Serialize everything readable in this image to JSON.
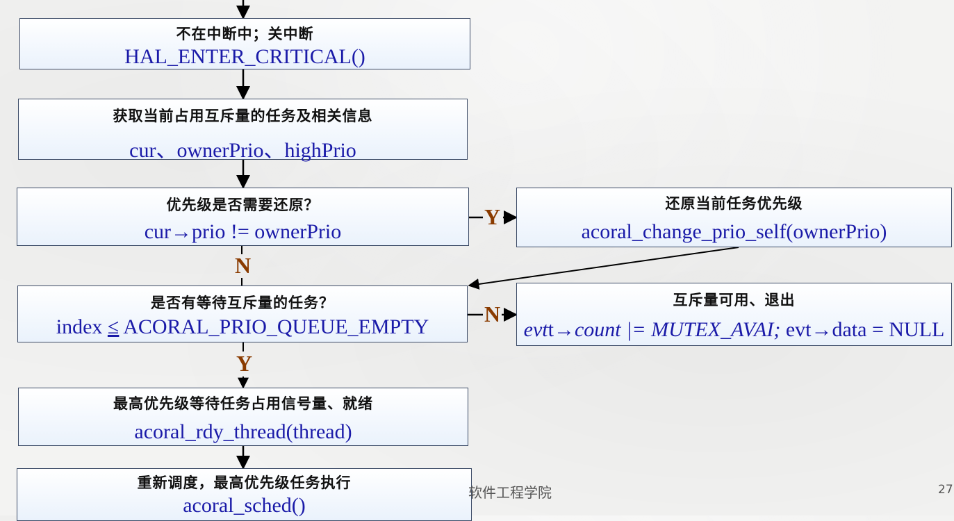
{
  "boxes": {
    "b1": {
      "cn": "不在中断中；关中断",
      "code": "HAL_ENTER_CRITICAL()"
    },
    "b2": {
      "cn": "获取当前占用互斥量的任务及相关信息",
      "code": "cur、ownerPrio、highPrio"
    },
    "b3": {
      "cn": "优先级是否需要还原？",
      "code": "cur→prio != ownerPrio"
    },
    "b4": {
      "cn": "还原当前任务优先级",
      "code": "acoral_change_prio_self(ownerPrio)"
    },
    "b5": {
      "cn": "是否有等待互斥量的任务？",
      "code_pre": "index ",
      "code_le": "≤",
      "code_post": " ACORAL_PRIO_QUEUE_EMPTY"
    },
    "b6": {
      "cn": "互斥量可用、退出",
      "code_evt": "evt",
      "code_t": "t→",
      "code_it": "count |= MUTEX_AVAI;",
      "code_rest": " evt→data = NULL"
    },
    "b7": {
      "cn": "最高优先级等待任务占用信号量、就绪",
      "code": "acoral_rdy_thread(thread)"
    },
    "b8": {
      "cn": "重新调度，最高优先级任务执行",
      "code": "acoral_sched()"
    }
  },
  "labels": {
    "y1": "Y",
    "n1": "N",
    "n2": "N",
    "y2": "Y"
  },
  "footer": {
    "institute": "软件工程学院",
    "page": "27"
  },
  "colors": {
    "code_text": "#1a1aa8",
    "yn_label": "#8a3b00",
    "box_border": "#3b4a66"
  }
}
